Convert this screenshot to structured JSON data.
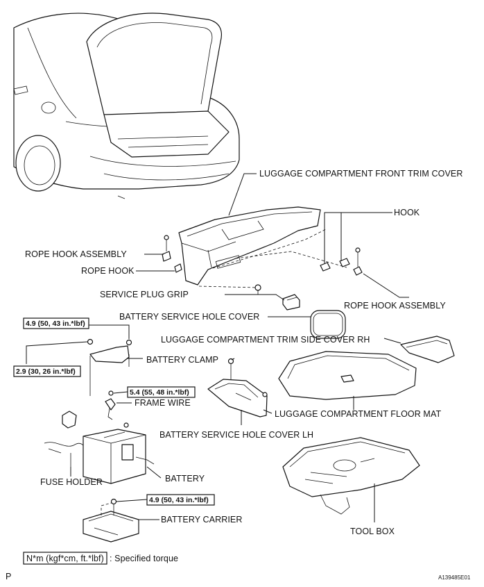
{
  "labels": {
    "front_trim_cover": "LUGGAGE COMPARTMENT FRONT TRIM COVER",
    "hook": "HOOK",
    "rope_hook_assembly_left": "ROPE HOOK ASSEMBLY",
    "rope_hook": "ROPE HOOK",
    "service_plug_grip": "SERVICE PLUG GRIP",
    "rope_hook_assembly_right": "ROPE HOOK ASSEMBLY",
    "battery_service_hole_cover": "BATTERY SERVICE HOLE COVER",
    "trim_side_cover_rh": "LUGGAGE COMPARTMENT TRIM SIDE COVER RH",
    "battery_clamp": "BATTERY CLAMP",
    "frame_wire": "FRAME WIRE",
    "floor_mat": "LUGGAGE COMPARTMENT FLOOR MAT",
    "battery_service_hole_cover_lh": "BATTERY SERVICE HOLE COVER LH",
    "fuse_holder": "FUSE HOLDER",
    "battery": "BATTERY",
    "battery_carrier": "BATTERY CARRIER",
    "tool_box": "TOOL BOX"
  },
  "torques": {
    "t1": "4.9 (50, 43 in.*lbf)",
    "t2": "2.9 (30, 26 in.*lbf)",
    "t3": "5.4 (55, 48 in.*lbf)",
    "t4": "4.9 (50, 43 in.*lbf)"
  },
  "legend": {
    "unit": "N*m (kgf*cm, ft.*lbf)",
    "desc": ": Specified torque"
  },
  "footer": {
    "left": "P",
    "code": "A139485E01"
  }
}
